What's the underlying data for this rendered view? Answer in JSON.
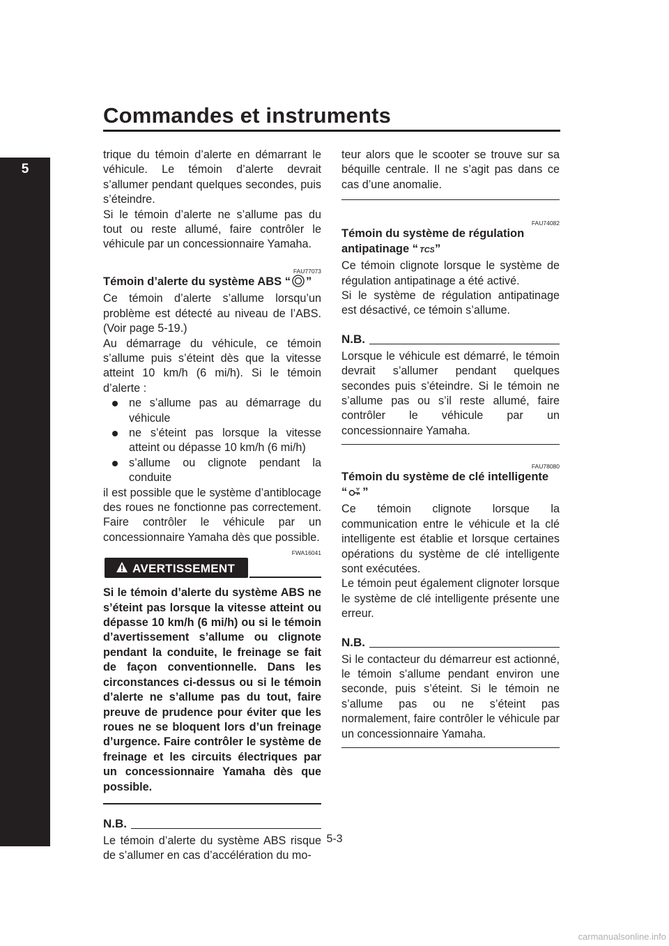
{
  "page": {
    "title": "Commandes et instruments",
    "chapter": "5",
    "page_number": "5-3",
    "watermark": "carmanualsonline.info"
  },
  "left": {
    "intro_p1": "trique du témoin d’alerte en démarrant le véhicule. Le témoin d’alerte devrait s’allumer pendant quelques secondes, puis s’éteindre.",
    "intro_p2": "Si le témoin d’alerte ne s’allume pas du tout ou reste allumé, faire contrôler le véhicule par un concessionnaire Yamaha.",
    "abs_code": "FAU77073",
    "abs_heading_pre": "Témoin d’alerte du système ABS “",
    "abs_heading_post": "”",
    "abs_p1": "Ce témoin d’alerte s’allume lorsqu’un problème est détecté au niveau de l’ABS. (Voir page 5-19.)",
    "abs_p2": "Au démarrage du véhicule, ce témoin s’allume puis s’éteint dès que la vitesse atteint 10 km/h (6 mi/h). Si le témoin d’alerte :",
    "bullets": [
      "ne s’allume pas au démarrage du véhicule",
      "ne s’éteint pas lorsque la vitesse atteint ou dépasse 10 km/h (6 mi/h)",
      "s’allume ou clignote pendant la conduite"
    ],
    "abs_p3": "il est possible que le système d’antiblocage des roues ne fonctionne pas correctement. Faire contrôler le véhicule par un concessionnaire Yamaha dès que possible.",
    "warn_code": "FWA16041",
    "warn_label": "AVERTISSEMENT",
    "warn_text": "Si le témoin d’alerte du système ABS ne s’éteint pas lorsque la vitesse atteint ou dépasse 10 km/h (6 mi/h) ou si le témoin d’avertissement s’allume ou clignote pendant la conduite, le freinage se fait de façon conventionnelle. Dans les circonstances ci-dessus ou si le témoin d’alerte ne s’allume pas du tout, faire preuve de prudence pour éviter que les roues ne se bloquent lors d’un freinage d’urgence. Faire contrôler le système de freinage et les circuits électriques par un concessionnaire Yamaha dès que possible.",
    "nb_label": "N.B.",
    "nb_text": "Le témoin d’alerte du système ABS risque de s’allumer en cas d’accélération du mo-"
  },
  "right": {
    "cont_p": "teur alors que le scooter se trouve sur sa béquille centrale. Il ne s’agit pas dans ce cas d’une anomalie.",
    "tcs_code": "FAU74082",
    "tcs_heading_pre": "Témoin du système de régulation antipatinage “",
    "tcs_heading_post": "”",
    "tcs_p1": "Ce témoin clignote lorsque le système de régulation antipatinage a été activé.",
    "tcs_p2": "Si le système de régulation antipatinage est désactivé, ce témoin s’allume.",
    "nb1_label": "N.B.",
    "nb1_text": "Lorsque le véhicule est démarré, le témoin devrait s’allumer pendant quelques secondes puis s’éteindre. Si le témoin ne s’allume pas ou s’il reste allumé, faire contrôler le véhicule par un concessionnaire Yamaha.",
    "key_code": "FAU78080",
    "key_heading_pre": "Témoin du système de clé intelligente",
    "key_heading_quote_open": "“",
    "key_heading_quote_close": "”",
    "key_p1": "Ce témoin clignote lorsque la communication entre le véhicule et la clé intelligente est établie et lorsque certaines opérations du système de clé intelligente sont exécutées.",
    "key_p2": "Le témoin peut également clignoter lorsque le système de clé intelligente présente une erreur.",
    "nb2_label": "N.B.",
    "nb2_text": "Si le contacteur du démarreur est actionné, le témoin s’allume pendant environ une seconde, puis s’éteint. Si le témoin ne s’allume pas ou ne s’éteint pas normalement, faire contrôler le véhicule par un concessionnaire Yamaha."
  }
}
